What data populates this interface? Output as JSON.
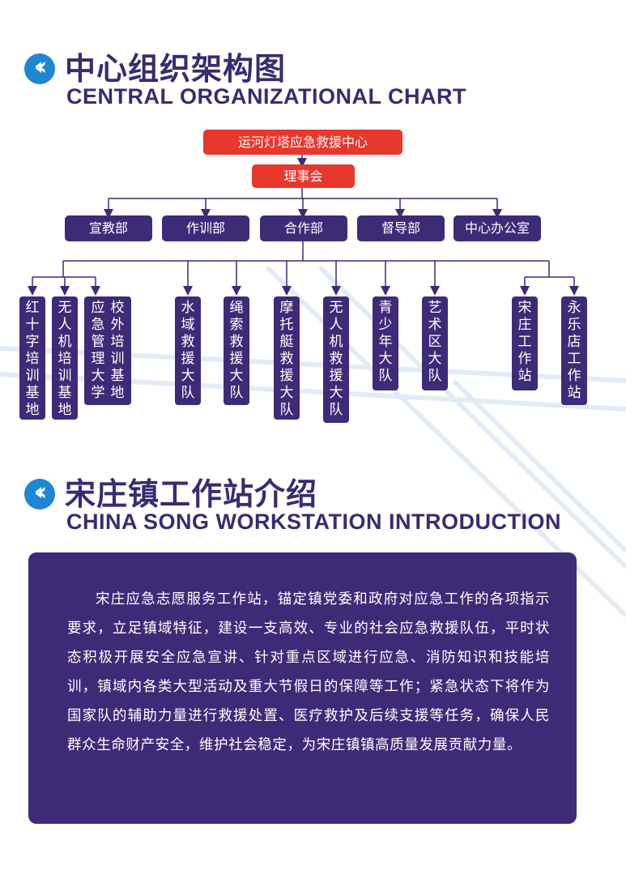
{
  "section1": {
    "icon": "double-chevron-left-icon",
    "title_cn": "中心组织架构图",
    "title_en": "CENTRAL ORGANIZATIONAL CHART"
  },
  "org": {
    "root": "运河灯塔应急救援中心",
    "council": "理事会",
    "departments": [
      "宣教部",
      "作训部",
      "合作部",
      "督导部",
      "中心办公室"
    ],
    "units": [
      {
        "label": "红十字培训基地"
      },
      {
        "label": "无人机培训基地"
      },
      {
        "label": "应急管理大学校外培训基地",
        "columns": [
          "应急管理大学",
          "校外培训基地"
        ]
      },
      {
        "label": "水域救援大队"
      },
      {
        "label": "绳索救援大队"
      },
      {
        "label": "摩托艇救援大队"
      },
      {
        "label": "无人机救援大队"
      },
      {
        "label": "青少年大队"
      },
      {
        "label": "艺术区大队"
      },
      {
        "label": "宋庄工作站"
      },
      {
        "label": "永乐店工作站"
      }
    ]
  },
  "section2": {
    "icon": "double-chevron-left-icon",
    "title_cn": "宋庄镇工作站介绍",
    "title_en": "CHINA SONG WORKSTATION INTRODUCTION"
  },
  "intro": {
    "text": "宋庄应急志愿服务工作站，锚定镇党委和政府对应急工作的各项指示要求，立足镇域特征，建设一支高效、专业的社会应急救援队伍，平时状态积极开展安全应急宣讲、针对重点区域进行应急、消防知识和技能培训，镇域内各类大型活动及重大节假日的保障等工作；紧急状态下将作为国家队的辅助力量进行救援处置、医疗救护及后续支援等任务，确保人民群众生命财产安全，维护社会稳定，为宋庄镇镇高质量发展贡献力量。"
  },
  "colors": {
    "accent_purple": "#3e2b77",
    "accent_red": "#e8372c",
    "icon_blue": "#1f86d2",
    "stripe": "#dde6f3"
  }
}
